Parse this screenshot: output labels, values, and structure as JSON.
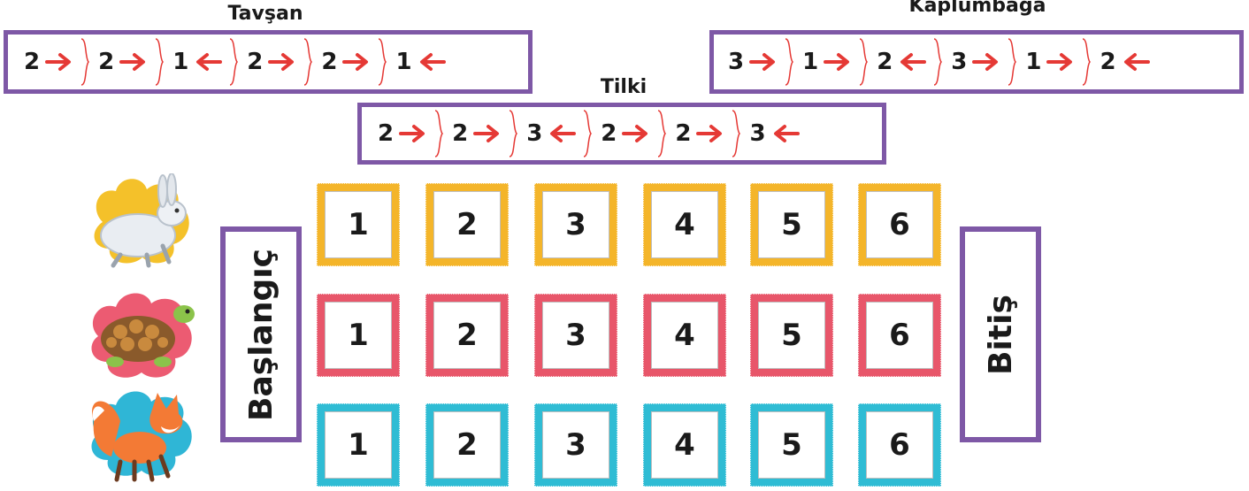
{
  "colors": {
    "frame_purple": "#7e58a6",
    "arrow_red": "#e53935",
    "row_yellow": "#f4b52a",
    "row_red": "#e8566a",
    "row_blue": "#2fbcd4"
  },
  "sequences": {
    "tavsan": {
      "title": "Tavşan",
      "steps": [
        {
          "n": "2",
          "dir": "right"
        },
        {
          "n": "2",
          "dir": "right"
        },
        {
          "n": "1",
          "dir": "left"
        },
        {
          "n": "2",
          "dir": "right"
        },
        {
          "n": "2",
          "dir": "right"
        },
        {
          "n": "1",
          "dir": "left"
        }
      ]
    },
    "kaplumbaga": {
      "title": "Kaplumbağa",
      "steps": [
        {
          "n": "3",
          "dir": "right"
        },
        {
          "n": "1",
          "dir": "right"
        },
        {
          "n": "2",
          "dir": "left"
        },
        {
          "n": "3",
          "dir": "right"
        },
        {
          "n": "1",
          "dir": "right"
        },
        {
          "n": "2",
          "dir": "left"
        }
      ]
    },
    "tilki": {
      "title": "Tilki",
      "steps": [
        {
          "n": "2",
          "dir": "right"
        },
        {
          "n": "2",
          "dir": "right"
        },
        {
          "n": "3",
          "dir": "left"
        },
        {
          "n": "2",
          "dir": "right"
        },
        {
          "n": "2",
          "dir": "right"
        },
        {
          "n": "3",
          "dir": "left"
        }
      ]
    }
  },
  "board": {
    "start_label": "Başlangıç",
    "end_label": "Bitiş",
    "rows": [
      {
        "animal": "rabbit",
        "icon": "rabbit-icon",
        "color": "yellow",
        "cells": [
          "1",
          "2",
          "3",
          "4",
          "5",
          "6"
        ]
      },
      {
        "animal": "turtle",
        "icon": "turtle-icon",
        "color": "red",
        "cells": [
          "1",
          "2",
          "3",
          "4",
          "5",
          "6"
        ]
      },
      {
        "animal": "fox",
        "icon": "fox-icon",
        "color": "blue",
        "cells": [
          "1",
          "2",
          "3",
          "4",
          "5",
          "6"
        ]
      }
    ]
  }
}
